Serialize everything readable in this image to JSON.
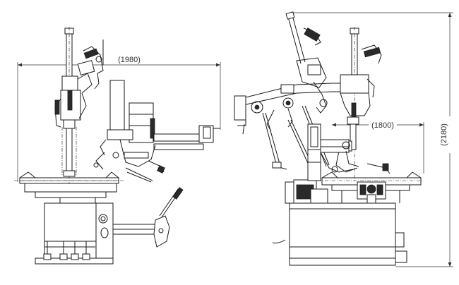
{
  "dimensions": {
    "width_label": "(1980)",
    "depth_label": "(1800)",
    "height_label": "(2180)"
  }
}
